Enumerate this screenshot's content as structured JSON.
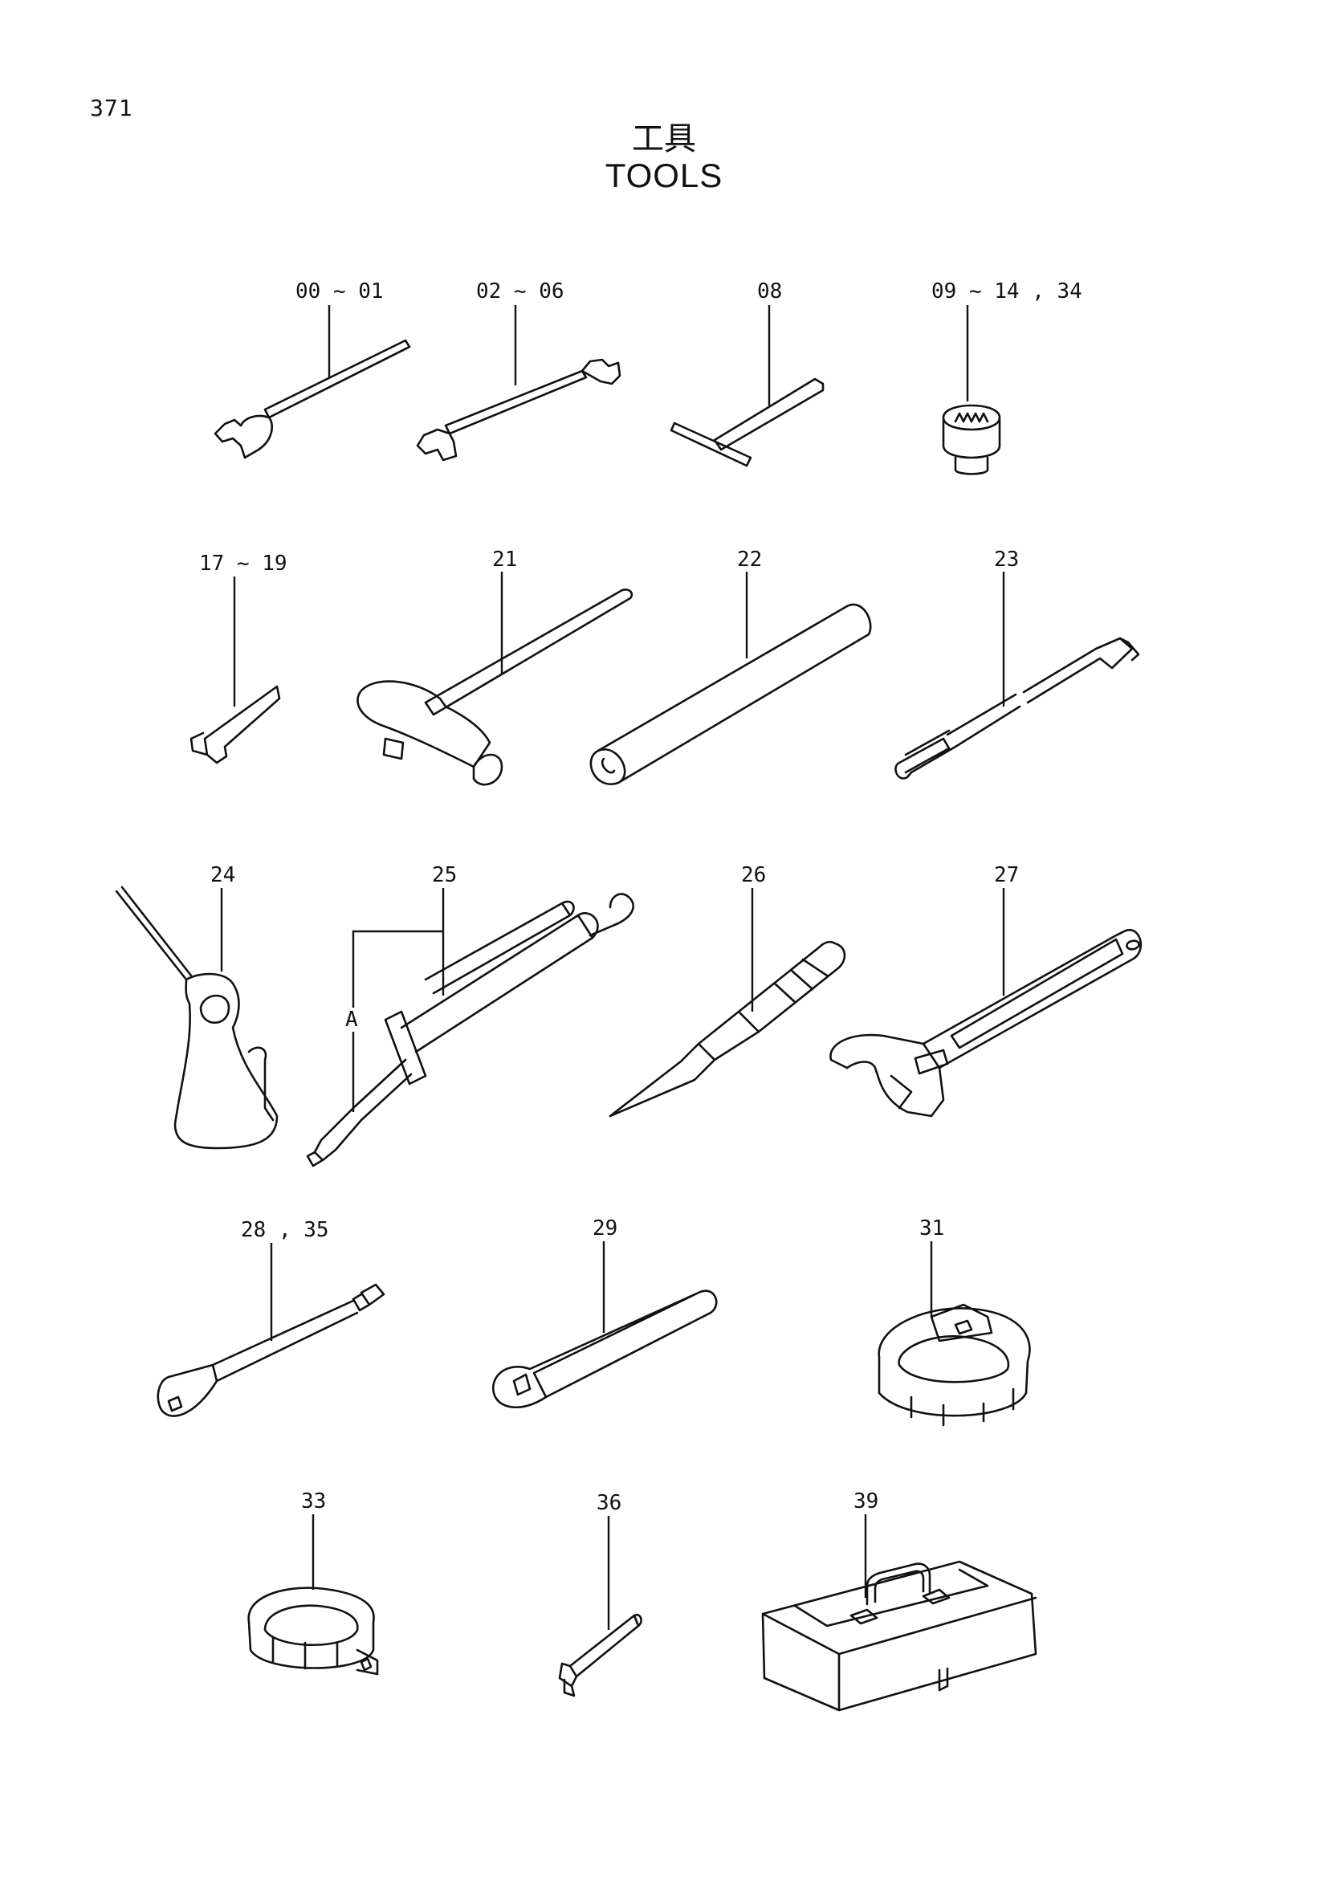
{
  "page": {
    "number": "371",
    "title_jp": "工具",
    "title_en": "TOOLS"
  },
  "labels": {
    "t00": "00 ~ 01",
    "t02": "02 ~ 06",
    "t08": "08",
    "t09": "09 ~ 14 , 34",
    "t17": "17 ~ 19",
    "t21": "21",
    "t22": "22",
    "t23": "23",
    "t24": "24",
    "t25": "25",
    "t25a": "A",
    "t26": "26",
    "t27": "27",
    "t28": "28 , 35",
    "t29": "29",
    "t31": "31",
    "t33": "33",
    "t36": "36",
    "t39": "39"
  },
  "icons": [
    "wrench-icon",
    "socket-icon",
    "hex-key-icon",
    "hammer-icon",
    "pipe-icon",
    "extension-bar-icon",
    "oil-can-icon",
    "grease-gun-icon",
    "screwdriver-icon",
    "adjustable-wrench-icon",
    "filter-wrench-icon",
    "toolbox-icon"
  ]
}
